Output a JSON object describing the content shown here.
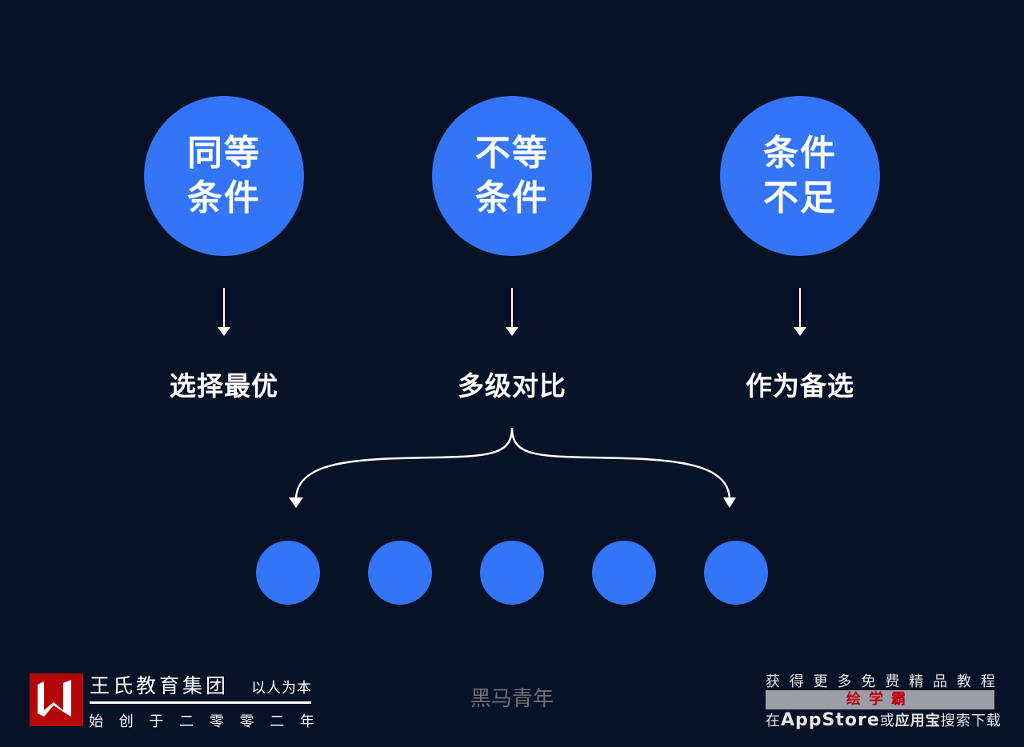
{
  "top_circles": [
    {
      "line1": "同等",
      "line2": "条件",
      "result": "选择最优"
    },
    {
      "line1": "不等",
      "line2": "条件",
      "result": "多级对比"
    },
    {
      "line1": "条件",
      "line2": "不足",
      "result": "作为备选"
    }
  ],
  "small_circle_count": 5,
  "colors": {
    "background": "#081226",
    "accent": "#3375f6",
    "logo_red": "#b5060a"
  },
  "footer": {
    "logo_title": "王氏教育集团",
    "logo_slogan": "以人为本",
    "logo_subtitle": [
      "始",
      "创",
      "于",
      "二",
      "零",
      "零",
      "二",
      "年"
    ],
    "center_watermark": "黑马青年",
    "promo_line1": [
      "获",
      "得",
      "更",
      "多",
      "免",
      "费",
      "精",
      "品",
      "教",
      "程"
    ],
    "promo_brand": "绘学霸",
    "promo_line3_a": "在",
    "promo_line3_b": "AppStore",
    "promo_line3_c": "或",
    "promo_line3_d": "应用宝",
    "promo_line3_e": "搜索下载"
  }
}
